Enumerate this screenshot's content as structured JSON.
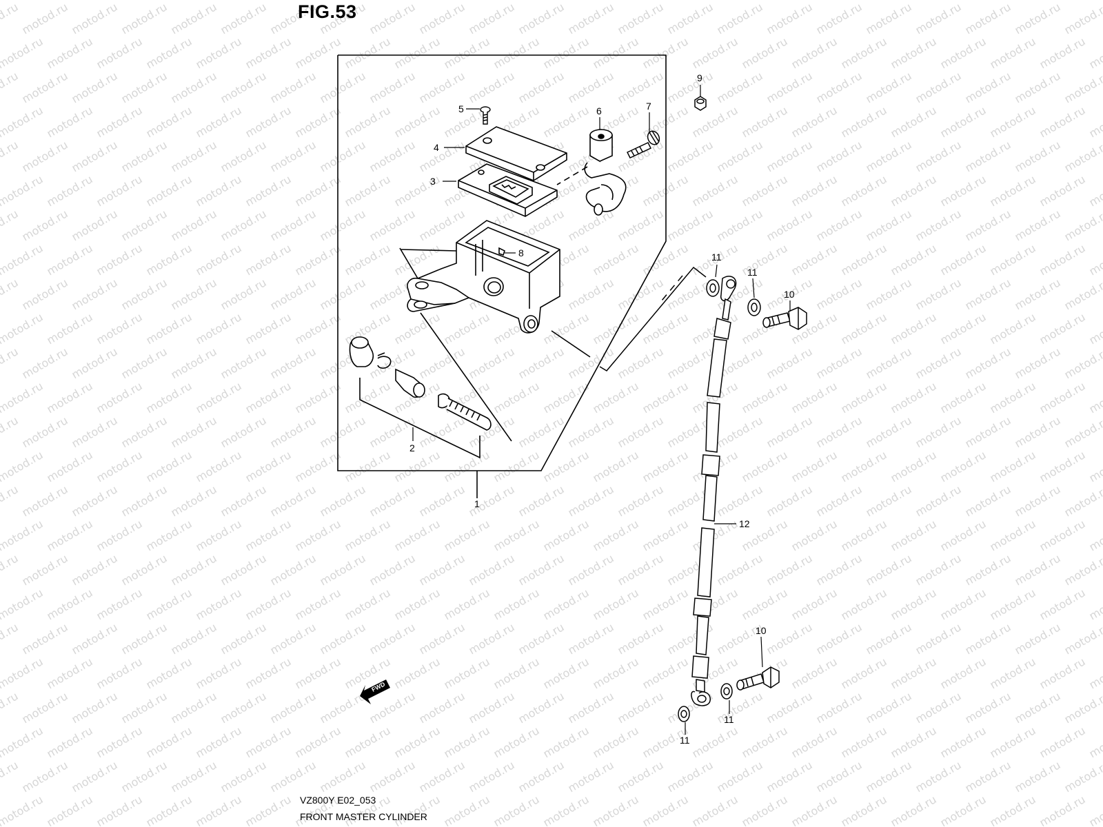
{
  "figure": {
    "title": "FIG.53",
    "model_code": "VZ800Y E02_053",
    "caption": "FRONT MASTER CYLINDER"
  },
  "callouts": [
    {
      "id": "c1",
      "label": "1"
    },
    {
      "id": "c2",
      "label": "2"
    },
    {
      "id": "c3",
      "label": "3"
    },
    {
      "id": "c4",
      "label": "4"
    },
    {
      "id": "c5",
      "label": "5"
    },
    {
      "id": "c6",
      "label": "6"
    },
    {
      "id": "c7",
      "label": "7"
    },
    {
      "id": "c8",
      "label": "8"
    },
    {
      "id": "c9",
      "label": "9"
    },
    {
      "id": "c10a",
      "label": "10"
    },
    {
      "id": "c10b",
      "label": "10"
    },
    {
      "id": "c11a",
      "label": "11"
    },
    {
      "id": "c11b",
      "label": "11"
    },
    {
      "id": "c11c",
      "label": "11"
    },
    {
      "id": "c11d",
      "label": "11"
    },
    {
      "id": "c12",
      "label": "12"
    }
  ],
  "fwd_marker": "FWD",
  "watermark": "motod.ru",
  "colors": {
    "line": "#000000",
    "watermark": "#d6d6d6",
    "background": "#ffffff"
  }
}
